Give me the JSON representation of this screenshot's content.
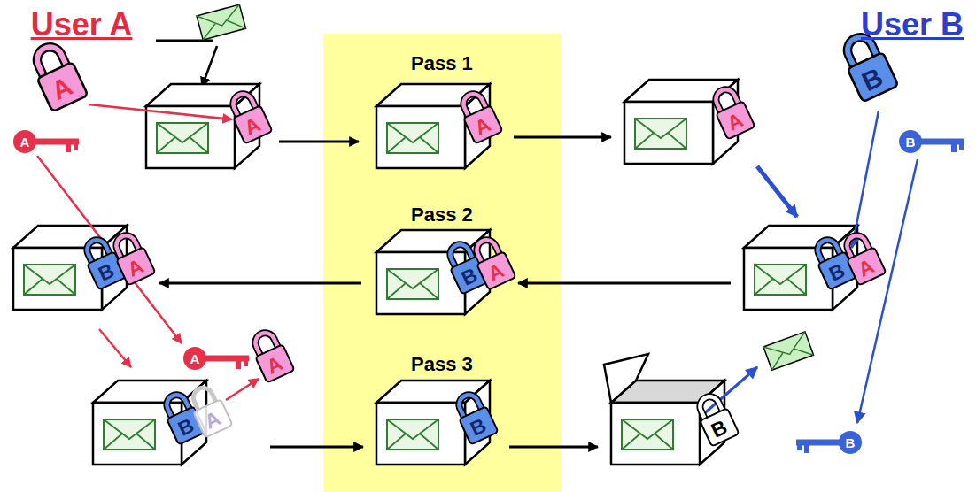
{
  "diagram": {
    "nodes": [
      {
        "text": [
          "Pass 1",
          "Pass 2",
          "Pass 3"
        ]
      }
    ],
    "labels": [
      "User A",
      "User B",
      "A",
      "A",
      "A",
      "A",
      "A",
      "B",
      "B",
      "B",
      "A",
      "B",
      "A",
      "B",
      "A",
      "A",
      "A",
      "B",
      "A",
      "B",
      "B",
      "B"
    ]
  }
}
